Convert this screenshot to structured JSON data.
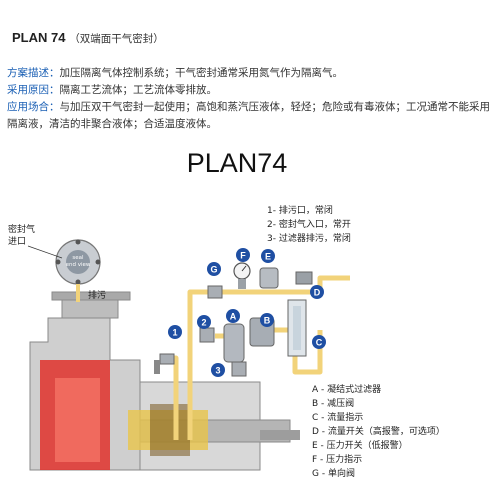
{
  "header": {
    "title": "PLAN 74",
    "subtitle": "（双端面干气密封）"
  },
  "lines": [
    {
      "label": "方案描述：",
      "text": "加压隔离气体控制系统；干气密封通常采用氮气作为隔离气。"
    },
    {
      "label": "采用原因：",
      "text": "隔离工艺流体；工艺流体零排放。"
    },
    {
      "label": "应用场合：",
      "text": "与加压双干气密封一起使用；高饱和蒸汽压液体，轻烃；危险或有毒液体；工况通常不能采用隔离液，清洁的非聚合液体；合适温度液体。"
    }
  ],
  "diagram": {
    "title": "PLAN74",
    "seal_label_1": "密封气",
    "seal_label_2": "进口",
    "drain_label": "排污",
    "seal_end_view": "seal\nend view",
    "ports": [
      {
        "num": "1",
        "text": "- 排污口，常闭"
      },
      {
        "num": "2",
        "text": "- 密封气入口，常开"
      },
      {
        "num": "3",
        "text": "- 过滤器排污，常闭"
      }
    ],
    "legend": [
      {
        "key": "A",
        "text": " - 凝结式过滤器"
      },
      {
        "key": "B",
        "text": " - 减压阀"
      },
      {
        "key": "C",
        "text": " - 流量指示"
      },
      {
        "key": "D",
        "text": " - 流量开关（高报警，可选项）"
      },
      {
        "key": "E",
        "text": " - 压力开关（低报警）"
      },
      {
        "key": "F",
        "text": " - 压力指示"
      },
      {
        "key": "G",
        "text": " - 单向阀"
      }
    ],
    "markers": [
      "A",
      "B",
      "C",
      "D",
      "E",
      "F",
      "G",
      "1",
      "2",
      "3"
    ],
    "colors": {
      "pipe": "#f2d37a",
      "marker": "#1f4fa3",
      "casing": "#c7c7c7",
      "red": "#e0312b"
    }
  }
}
